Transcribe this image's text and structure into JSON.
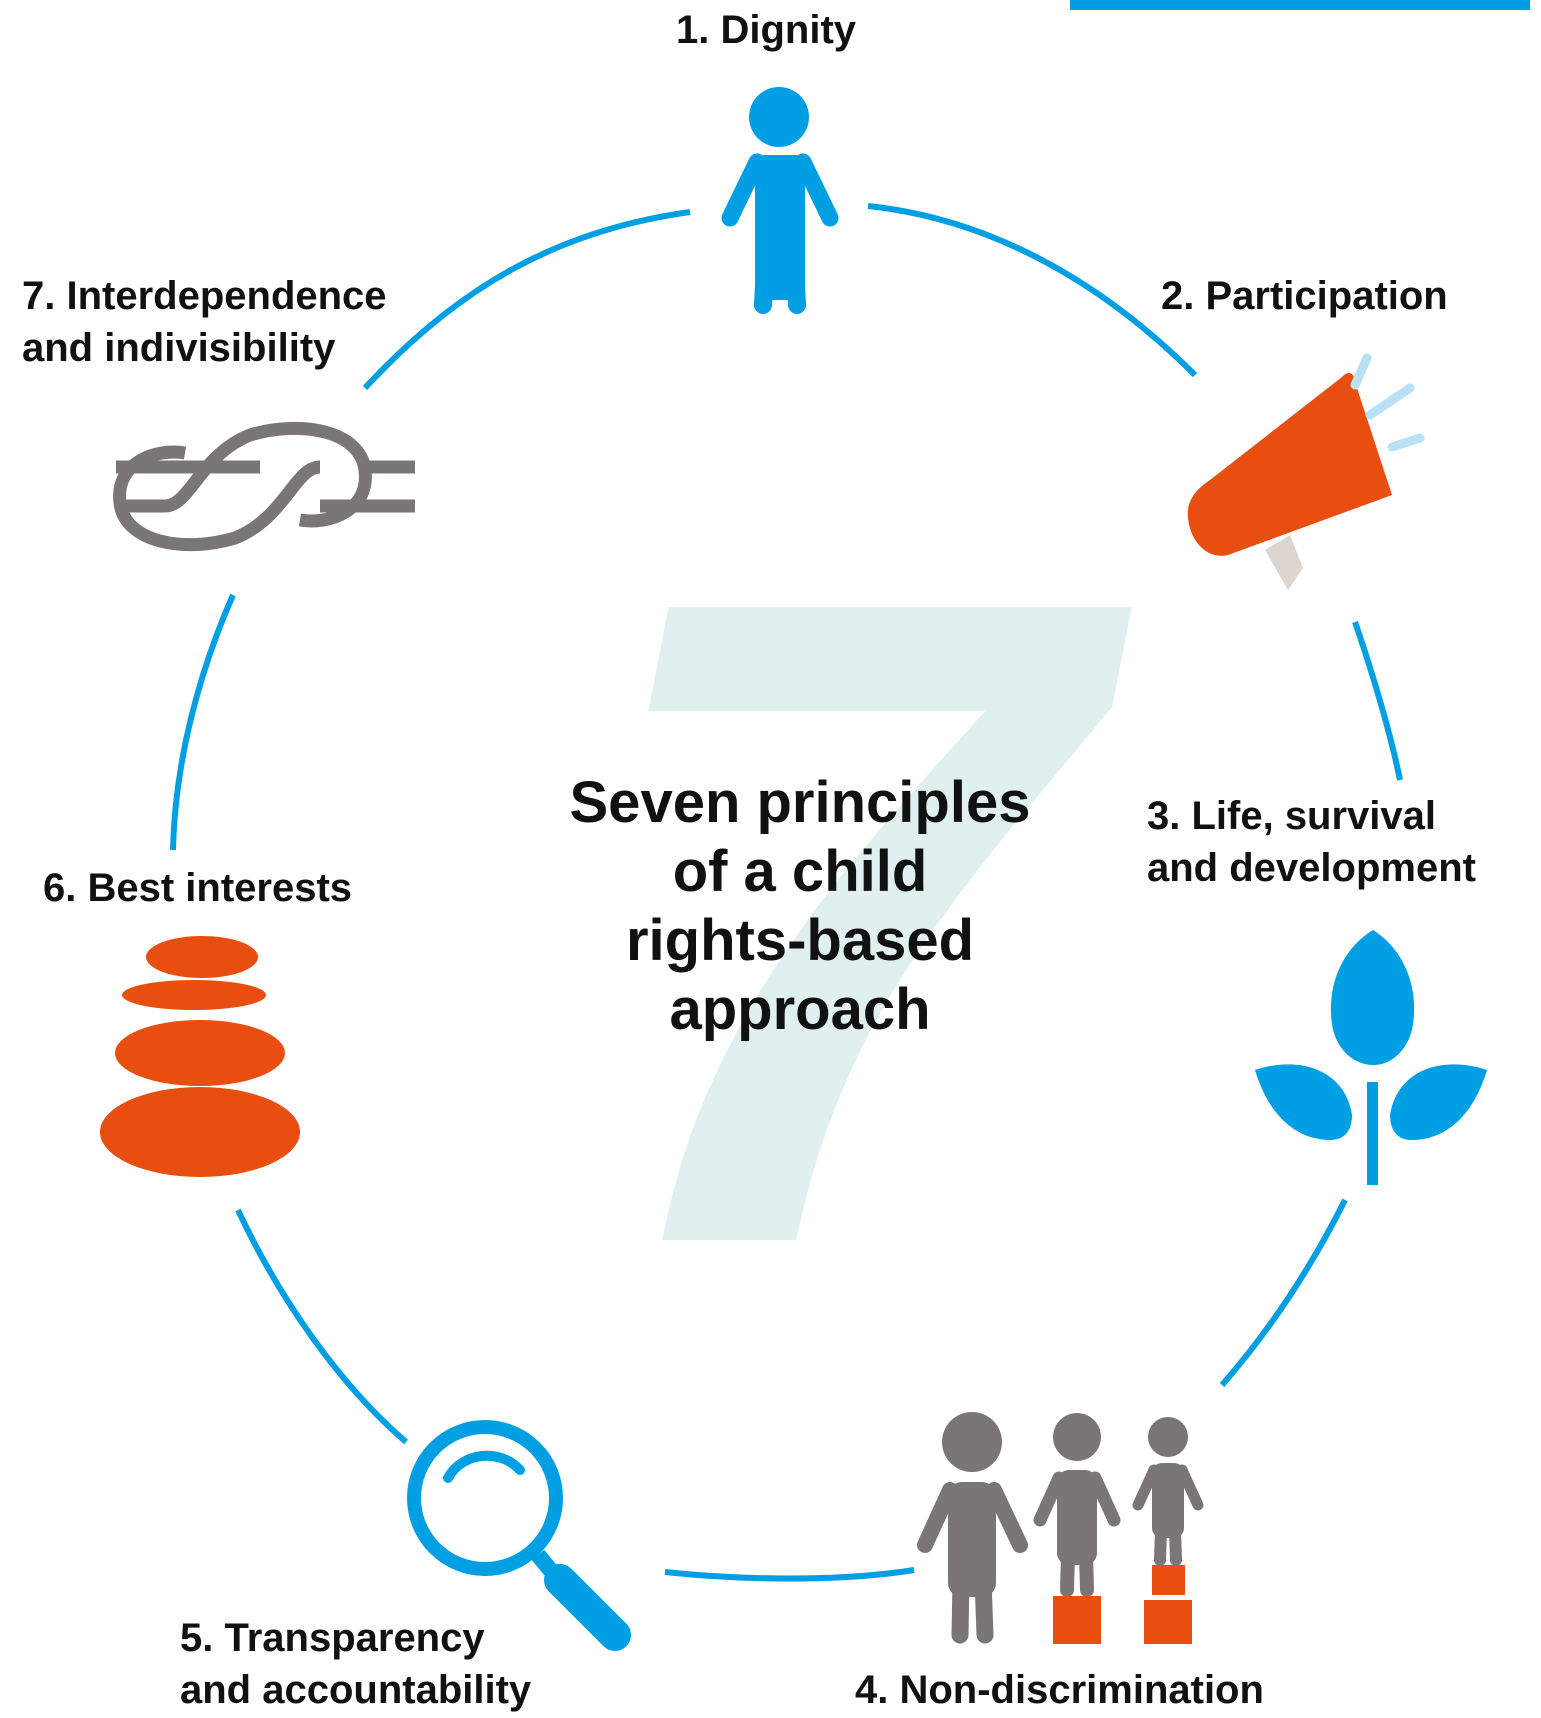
{
  "title_lines": [
    "Seven principles",
    "of a child",
    "rights-based",
    "approach"
  ],
  "watermark_numeral": "7",
  "principles": [
    {
      "number": 1,
      "lines": [
        "1. Dignity"
      ],
      "icon": "child-figure-icon"
    },
    {
      "number": 2,
      "lines": [
        "2. Participation"
      ],
      "icon": "megaphone-icon"
    },
    {
      "number": 3,
      "lines": [
        "3. Life, survival",
        "and development"
      ],
      "icon": "sprout-icon"
    },
    {
      "number": 4,
      "lines": [
        "4. Non-discrimination"
      ],
      "icon": "three-children-on-boxes-icon"
    },
    {
      "number": 5,
      "lines": [
        "5. Transparency",
        "and accountability"
      ],
      "icon": "magnifying-glass-icon"
    },
    {
      "number": 6,
      "lines": [
        "6. Best interests"
      ],
      "icon": "stacked-stones-icon"
    },
    {
      "number": 7,
      "lines": [
        "7. Interdependence",
        "and indivisibility"
      ],
      "icon": "reef-knot-icon"
    }
  ],
  "colors": {
    "blue": "#009fe3",
    "orange": "#e84e0f",
    "grey": "#7a7576",
    "light_blue": "#b9e1f5",
    "watermark": "#dff0ef",
    "handle": "#ddd5cf",
    "text": "#111111"
  }
}
